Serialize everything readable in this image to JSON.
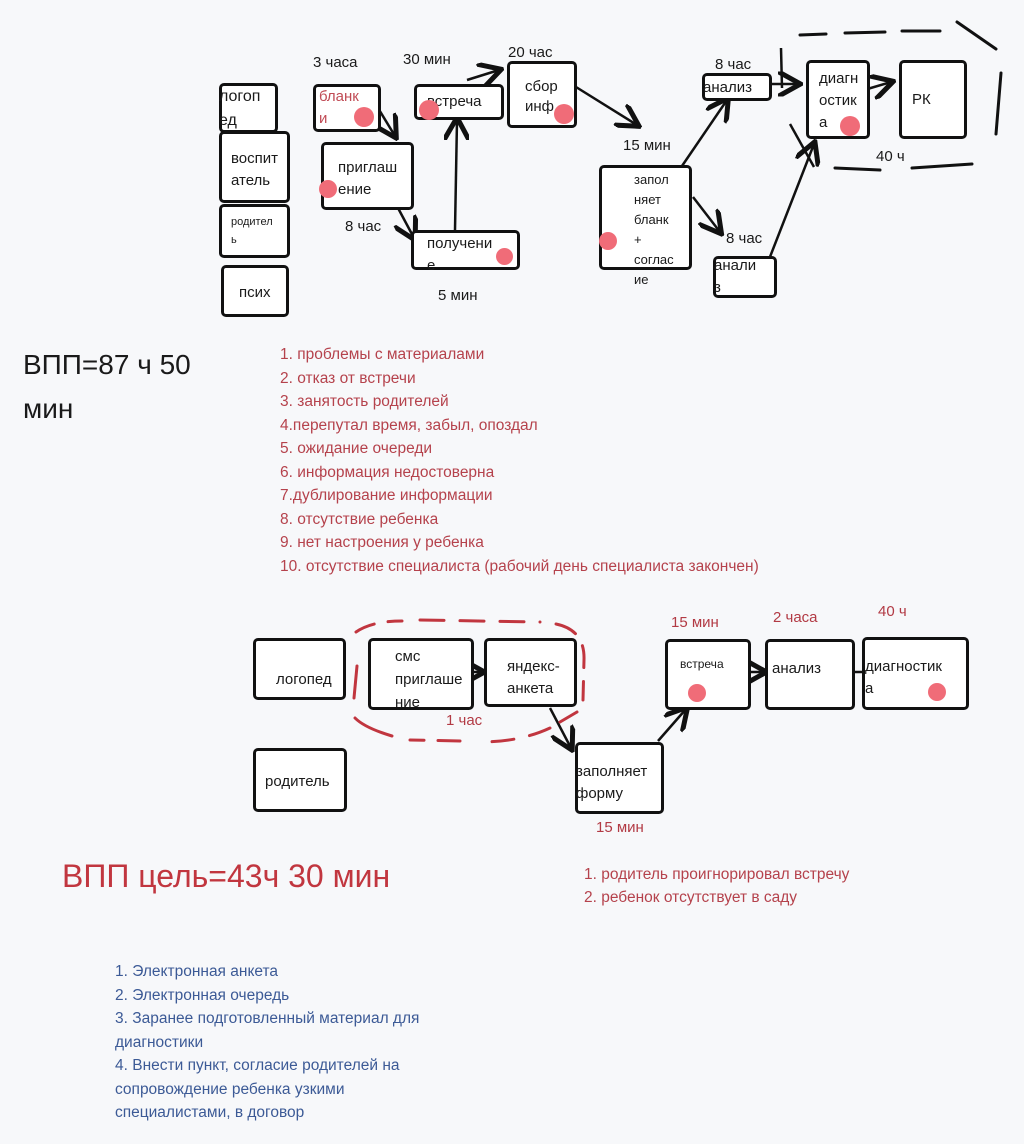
{
  "current_state": {
    "title": "ВПП=87 ч 50 мин",
    "title_line1": "ВПП=87 ч 50",
    "title_line2": "мин",
    "roles": [
      "логопед",
      "воспитатель",
      "родитель",
      "псих"
    ],
    "steps": [
      {
        "id": "blanks",
        "text": "бланки",
        "time": "3 часа",
        "problem": true
      },
      {
        "id": "invitation",
        "text": "приглашение",
        "time": "8 час",
        "problem": true
      },
      {
        "id": "receipt",
        "text": "получение",
        "time": "5 мин",
        "problem": true
      },
      {
        "id": "meeting",
        "text": "встреча",
        "time": "30 мин",
        "problem": true
      },
      {
        "id": "info-collection",
        "text": "сбор инф",
        "time": "20 час",
        "problem": true
      },
      {
        "id": "fill-form",
        "text": "заполняет бланк + согласие",
        "time": "15 мин",
        "problem": true
      },
      {
        "id": "analysis-1",
        "text": "анализ",
        "time": "8 час",
        "problem": false
      },
      {
        "id": "analysis-2",
        "text": "анализ",
        "time": "8 час",
        "problem": false
      },
      {
        "id": "diagnostics",
        "text": "диагностика",
        "time": "",
        "problem": true
      },
      {
        "id": "rk",
        "text": "РК",
        "time": "",
        "problem": false
      }
    ],
    "group_time": "40 ч",
    "problems": [
      "1. проблемы с материалами",
      "2. отказ от встречи",
      "3. занятость родителей",
      "4.перепутал время, забыл, опоздал",
      "5. ожидание очереди",
      "6. информация недостоверна",
      "7.дублирование информации",
      "8. отсутствие ребенка",
      "9. нет настроения у ребенка",
      "10. отсутствие специалиста (рабочий день специалиста закончен)"
    ]
  },
  "target_state": {
    "title": "ВПП цель=43ч 30 мин",
    "roles": [
      "логопед",
      "родитель"
    ],
    "steps": [
      {
        "id": "sms",
        "text": "смс приглашение",
        "time": "",
        "problem": false
      },
      {
        "id": "yandex",
        "text": "яндекс-анкета",
        "time": "",
        "problem": false
      },
      {
        "id": "fill-form",
        "text": "заполняет форму",
        "time": "15 мин",
        "problem": false
      },
      {
        "id": "meeting",
        "text": "встреча",
        "time": "15 мин",
        "problem": true
      },
      {
        "id": "analysis",
        "text": "анализ",
        "time": "2 часа",
        "problem": false
      },
      {
        "id": "diagnostics",
        "text": "диагностика",
        "time": "40 ч",
        "problem": true
      }
    ],
    "group_time": "1 час",
    "problems": [
      "1. родитель проигнорировал встречу",
      "2. ребенок отсутствует в саду"
    ],
    "solutions": [
      "1. Электронная анкета",
      "2. Электронная очередь",
      "3. Заранее подготовленный материал для",
      "диагностики",
      "4. Внести пункт, согласие родителей на",
      "сопровождение ребенка узкими",
      "специалистами, в договор"
    ]
  },
  "box_text": {
    "logoped_top": "логоп\nед",
    "vospitatel": "воспит\nатель",
    "roditel_top": "родител\nь",
    "psih": "псих",
    "blanki": "бланк\nи",
    "priglashenie": "приглаш\nение",
    "poluchenie": "получени\nе",
    "vstrecha_top": "встреча",
    "sbor": "сбор\nинф",
    "zapolnyaet_top": "запол\nняет\nбланк\n+\nсоглас\nие",
    "analiz_1": "анализ",
    "analiz_2": "анали\nз",
    "diagnostika_top": "диагн\nостик\nа",
    "rk": "РК",
    "logoped_bottom": "логопед",
    "roditel_bottom": "родитель",
    "sms": "смс\nприглаше\nние",
    "yandex": "яндекс-\nанкета",
    "zapolnyaet_bottom": "заполняет\nформу",
    "vstrecha_bottom": "встреча",
    "analiz_bottom": "анализ",
    "diagnostika_bottom": "диагностик\nа"
  },
  "colors": {
    "problem_dot": "#f06c78",
    "kaizen_red": "#c1363f",
    "solutions_blue": "#3c5a96"
  }
}
